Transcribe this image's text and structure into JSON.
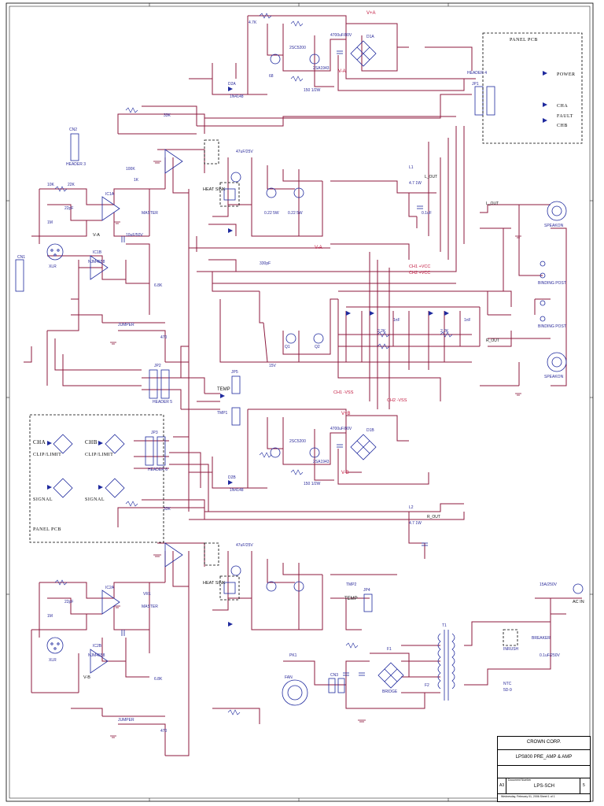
{
  "title_block": {
    "company": "CROWN CORP.",
    "title": "LPS800 PRE_AMP & AMP",
    "doc_label": "Document Number",
    "size": "A3",
    "doc_number": "LPS-SCH",
    "rev": "5",
    "date_row": "Wednesday, February 01, 2006   Sheet   1  of  1"
  },
  "panels": {
    "panel_pcb_top": "PANEL PCB",
    "panel_pcb_left": "PANEL PCB",
    "power": "POWER",
    "cha": "CHA",
    "fault": "FAULT",
    "chb": "CHB",
    "clip_limit_a1": "CLIP/LIMIT",
    "clip_limit_a2": "CLIP/LIMIT",
    "cha_left": "CHA",
    "chb_left": "CHB",
    "signal_a": "SIGNAL",
    "signal_b": "SIGNAL"
  },
  "rails": {
    "vpa": "V+A",
    "vna": "V-A",
    "vpb": "V+B",
    "vnb": "V-B",
    "ch1_vcc": "CH1 +VCC",
    "ch2_vcc": "CH2 +VCC",
    "ch1_vss": "CH1 -VSS",
    "ch2_vss": "CH2 -VSS",
    "va_label": "V-A",
    "vb_label": "V-B"
  },
  "outputs": {
    "l_out": "L_OUT",
    "r_out": "R_OUT",
    "l_out_right": "L_OUT",
    "r_out_right": "R_OUT",
    "speakon1": "SPEAKON",
    "speakon2": "SPEAKON",
    "binding_post_1": "BINDING POST",
    "binding_post_2": "BINDING POST",
    "ac_in": "AC IN"
  },
  "components": {
    "jp1": "JP1",
    "jp2": "JP2",
    "jp3": "JP3",
    "jp4": "JP4",
    "jp5": "JP5",
    "cn1": "CN1",
    "cn2": "CN2",
    "cn3": "CN3",
    "ic1a": "IC1A",
    "ic1b": "IC1B",
    "ic2a": "IC2A",
    "ic2b": "IC2B",
    "q1": "Q1",
    "q2": "Q2",
    "d1a": "D1A",
    "d2a": "D2A",
    "d1b": "D1B",
    "d2b": "D2B",
    "t1": "T1",
    "f1": "F1",
    "f2": "F2",
    "vr1": "VR1",
    "tmp1": "TMP1",
    "tmp2": "TMP2",
    "fan": "FAN",
    "temp": "TEMP",
    "master": "MASTER",
    "header4": "HEADER 4",
    "header5": "HEADER 5",
    "header6": "HEADER 6",
    "header3": "HEADER 3",
    "heat_sink": "HEAT SINK",
    "breaker": "BREAKER",
    "xlr_a": "XLR",
    "xlr_b": "XLR",
    "pk1": "PK1",
    "bridge": "BRIDGE",
    "rcapa": "0.1uF/250V",
    "inrush": "INRUSH",
    "jumper": "JUMPER",
    "ntc": "NTC"
  },
  "values": {
    "r_4k7": "4.7K",
    "r_10k": "10K",
    "r_22k": "22K",
    "r_100k": "100K",
    "r_1k": "1K",
    "r_68": "68",
    "r_0r22": "0.22 5W",
    "c_10u": "10uF/50V",
    "c_100n": "0.1uF",
    "c_470u": "4700uF/80V",
    "c_22p": "22pF",
    "c_47u": "47uF/25V",
    "d_in4148": "1N4148",
    "q_bc": "2SC5200",
    "q_ba": "2SA1943",
    "ic_4558": "NJM4558",
    "r_150": "150 1/2W",
    "r_4r7": "4.7 1W",
    "r_2k2": "2.2K",
    "r_33k": "33K",
    "c_1n": "1nF",
    "l1": "L1",
    "l2": "L2",
    "r_1m": "1M",
    "r_6k8": "6.8K",
    "r_470": "470",
    "c_330p": "330pF",
    "zener": "15V",
    "ntc_val": "5D-9",
    "fuse": "15A/250V"
  }
}
